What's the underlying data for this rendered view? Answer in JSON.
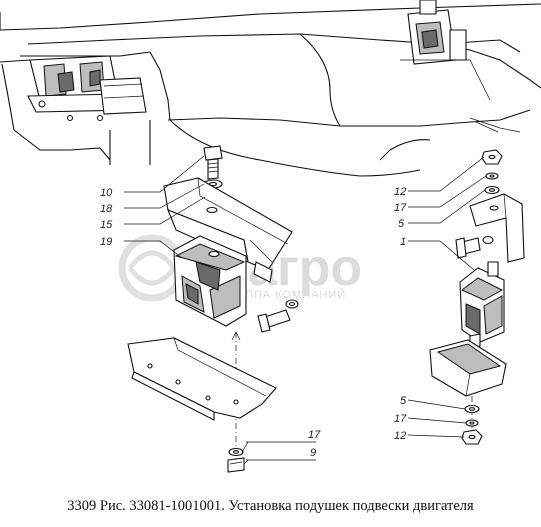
{
  "caption": "3309 Рис. 33081-1001001. Установка подушек подвески двигателя",
  "watermark": {
    "logo_text": "агро",
    "sub_text": "ГРУППА КОМПАНИЙ"
  },
  "callouts_left": [
    "10",
    "18",
    "15",
    "19"
  ],
  "callouts_right": [
    "12",
    "17",
    "5",
    "1"
  ],
  "callouts_right_bottom": [
    "5",
    "17",
    "12"
  ],
  "callouts_bottom": [
    "17",
    "9"
  ]
}
